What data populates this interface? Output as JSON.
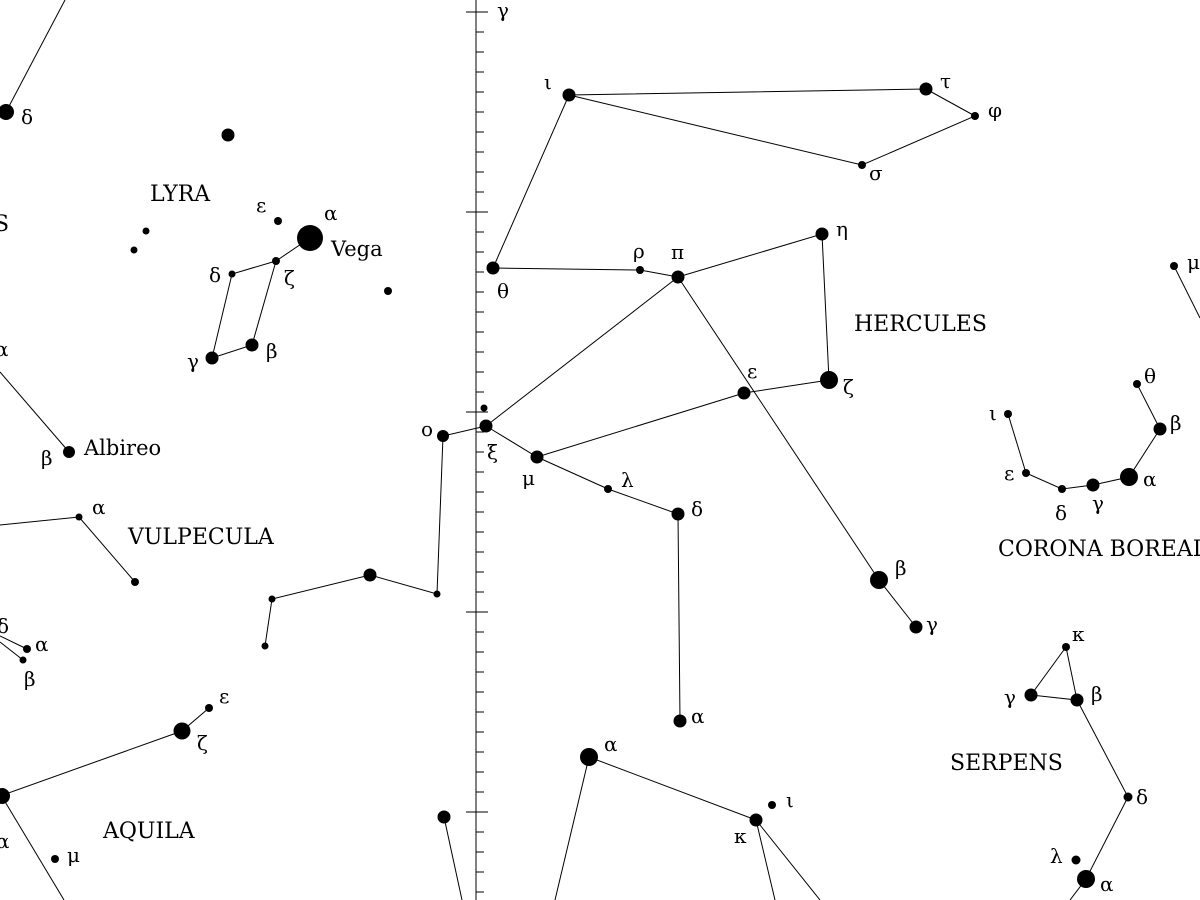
{
  "constellations": {
    "lyra": "LYRA",
    "hercules": "HERCULES",
    "vulpecula": "VULPECULA",
    "corona_borealis": "CORONA BOREALIS",
    "serpens": "SERPENS",
    "aquila": "AQUILA",
    "cygnus_partial": "S"
  },
  "star_names": {
    "vega": "Vega",
    "albireo": "Albireo"
  },
  "meridian_label": "γ",
  "stars": {
    "lyra": {
      "alpha": "α",
      "epsilon": "ε",
      "zeta": "ζ",
      "delta": "δ",
      "gamma": "γ",
      "beta": "β"
    },
    "cygnus": {
      "delta": "δ",
      "alpha": "α",
      "beta": "β"
    },
    "vulpecula": {
      "alpha": "α"
    },
    "sagitta": {
      "delta": "δ",
      "alpha": "α",
      "beta": "β"
    },
    "aquila": {
      "epsilon": "ε",
      "zeta": "ζ",
      "alpha": "α",
      "mu": "μ"
    },
    "hercules": {
      "iota": "ι",
      "tau": "τ",
      "phi": "φ",
      "sigma": "σ",
      "eta": "η",
      "rho": "ρ",
      "pi": "π",
      "theta": "θ",
      "zeta": "ζ",
      "epsilon": "ε",
      "omicron": "ο",
      "xi": "ξ",
      "mu": "μ",
      "lambda": "λ",
      "delta": "δ",
      "beta": "β",
      "gamma": "γ",
      "alpha": "α"
    },
    "ophiuchus": {
      "alpha": "α",
      "iota": "ι",
      "kappa": "κ"
    },
    "corona_borealis": {
      "theta": "θ",
      "iota": "ι",
      "beta": "β",
      "epsilon": "ε",
      "alpha": "α",
      "gamma": "γ",
      "delta": "δ"
    },
    "serpens": {
      "kappa": "κ",
      "gamma": "γ",
      "beta": "β",
      "delta": "δ",
      "lambda": "λ",
      "alpha": "α"
    },
    "bootes_partial": {
      "mu": "μ"
    }
  }
}
